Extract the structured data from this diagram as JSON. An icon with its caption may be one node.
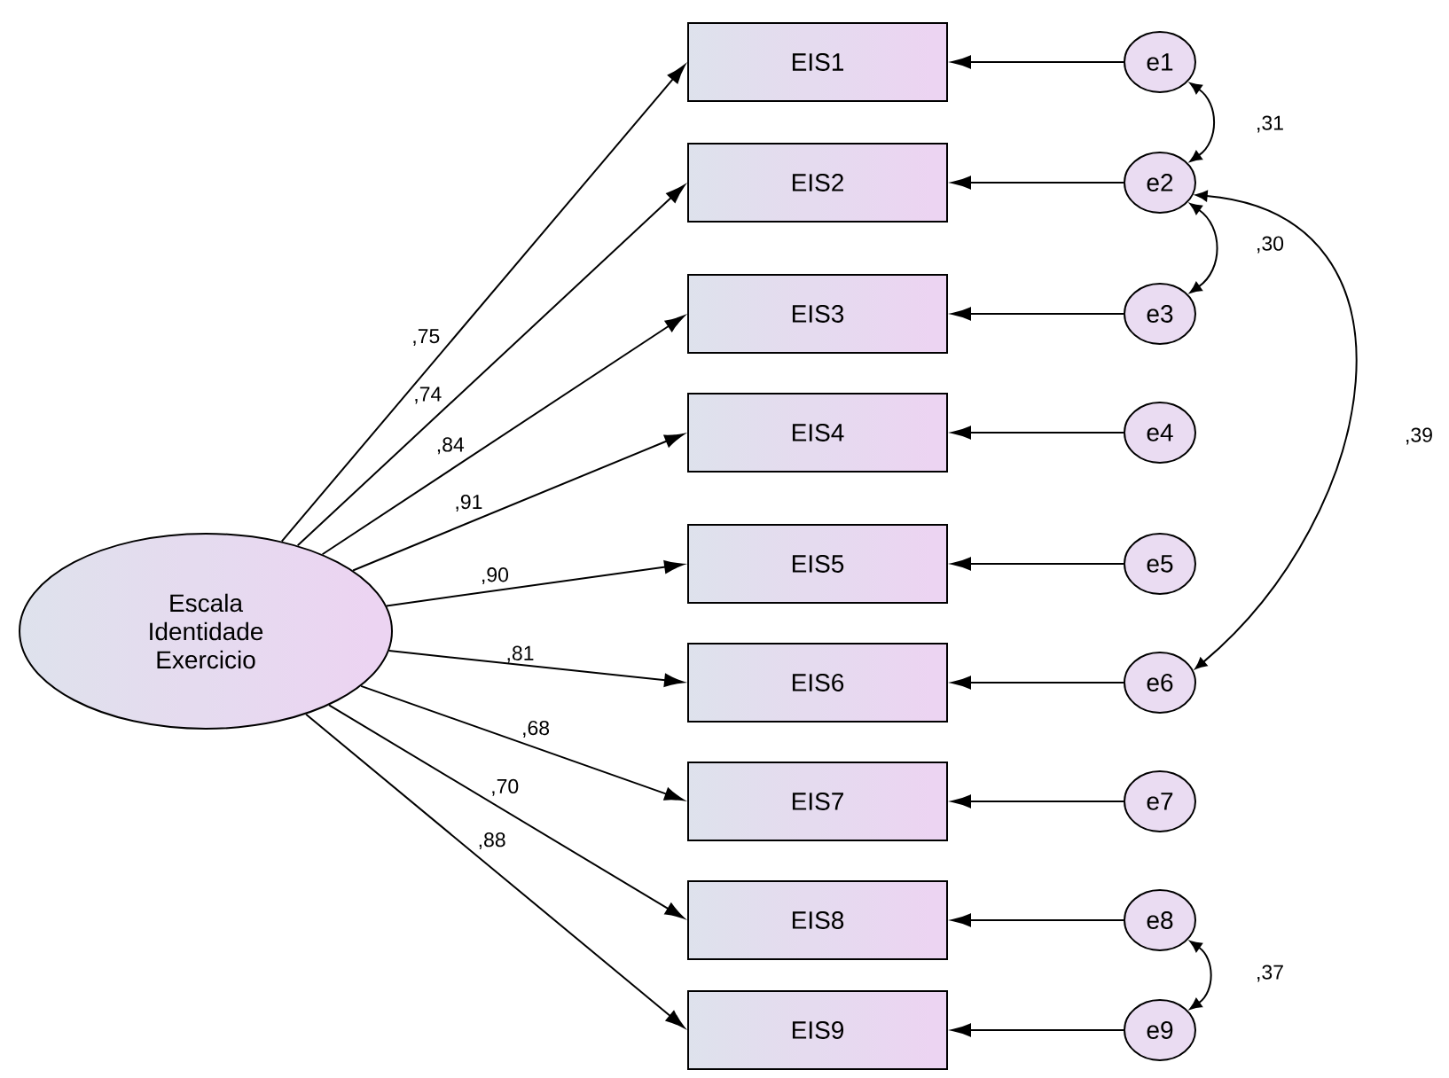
{
  "diagram": {
    "nodes": [
      {
        "text": [
          "Escala Identidade Exercicio"
        ]
      },
      {
        "text": [
          "EIS1"
        ]
      },
      {
        "text": [
          "EIS2"
        ]
      },
      {
        "text": [
          "EIS3"
        ]
      },
      {
        "text": [
          "EIS4"
        ]
      },
      {
        "text": [
          "EIS5"
        ]
      },
      {
        "text": [
          "EIS6"
        ]
      },
      {
        "text": [
          "EIS7"
        ]
      },
      {
        "text": [
          "EIS8"
        ]
      },
      {
        "text": [
          "EIS9"
        ]
      },
      {
        "text": [
          "e1"
        ]
      },
      {
        "text": [
          "e2"
        ]
      },
      {
        "text": [
          "e3"
        ]
      },
      {
        "text": [
          "e4"
        ]
      },
      {
        "text": [
          "e5"
        ]
      },
      {
        "text": [
          "e6"
        ]
      },
      {
        "text": [
          "e7"
        ]
      },
      {
        "text": [
          "e8"
        ]
      },
      {
        "text": [
          "e9"
        ]
      }
    ],
    "edges": [
      {
        "from": 0,
        "to": 1,
        "arrow": "to",
        "label": ",75"
      },
      {
        "from": 0,
        "to": 2,
        "arrow": "to",
        "label": ",74"
      },
      {
        "from": 0,
        "to": 3,
        "arrow": "to",
        "label": ",84"
      },
      {
        "from": 0,
        "to": 4,
        "arrow": "to",
        "label": ",91"
      },
      {
        "from": 0,
        "to": 5,
        "arrow": "to",
        "label": ",90"
      },
      {
        "from": 0,
        "to": 6,
        "arrow": "to",
        "label": ",81"
      },
      {
        "from": 0,
        "to": 7,
        "arrow": "to",
        "label": ",68"
      },
      {
        "from": 0,
        "to": 8,
        "arrow": "to",
        "label": ",70"
      },
      {
        "from": 0,
        "to": 9,
        "arrow": "to",
        "label": ",88"
      },
      {
        "from": 10,
        "to": 1,
        "arrow": "to"
      },
      {
        "from": 11,
        "to": 2,
        "arrow": "to"
      },
      {
        "from": 12,
        "to": 3,
        "arrow": "to"
      },
      {
        "from": 13,
        "to": 4,
        "arrow": "to"
      },
      {
        "from": 14,
        "to": 5,
        "arrow": "to"
      },
      {
        "from": 15,
        "to": 6,
        "arrow": "to"
      },
      {
        "from": 16,
        "to": 7,
        "arrow": "to"
      },
      {
        "from": 17,
        "to": 8,
        "arrow": "to"
      },
      {
        "from": 18,
        "to": 9,
        "arrow": "to"
      },
      {
        "from": 10,
        "to": 11,
        "arrow": "both",
        "label": ",31"
      },
      {
        "from": 11,
        "to": 12,
        "arrow": "both",
        "label": ",30"
      },
      {
        "from": 11,
        "to": 15,
        "arrow": "both",
        "label": ",39"
      },
      {
        "from": 17,
        "to": 18,
        "arrow": "both",
        "label": ",37"
      }
    ]
  }
}
